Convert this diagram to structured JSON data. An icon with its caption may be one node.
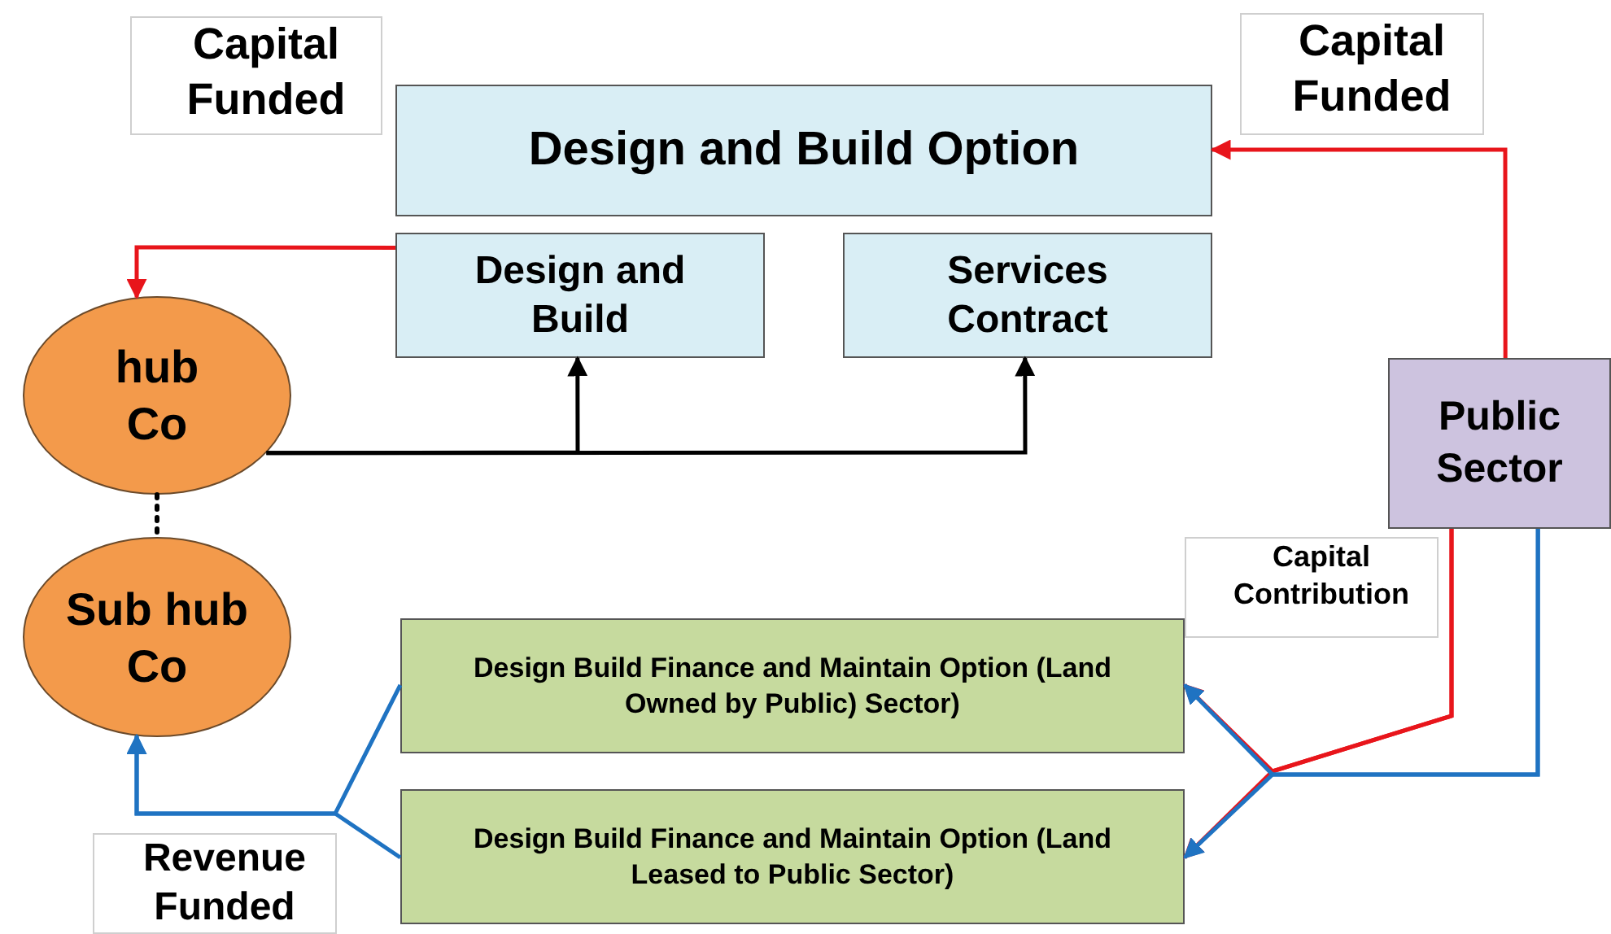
{
  "diagram": {
    "nodes": [
      {
        "text": [
          "Capital Funded"
        ]
      },
      {
        "text": [
          "Design and Build Option"
        ]
      },
      {
        "text": [
          "Capital Funded"
        ]
      },
      {
        "text": [
          "Design and Build"
        ]
      },
      {
        "text": [
          "Services Contract"
        ]
      },
      {
        "text": [
          "hub Co"
        ]
      },
      {
        "text": [
          "Public Sector"
        ]
      },
      {
        "text": [
          "Sub hub Co"
        ]
      },
      {
        "text": [
          "Capital Contribution"
        ]
      },
      {
        "text": [
          "Design Build Finance and Maintain Option (Land Owned by Public) Sector)"
        ]
      },
      {
        "text": [
          "Design Build Finance and Maintain Option (Land Leased to Public Sector)"
        ]
      },
      {
        "text": [
          "Revenue Funded"
        ]
      }
    ],
    "edges": [
      {
        "from": 6,
        "to": 1,
        "arrow": "to",
        "color": "#e8151b"
      },
      {
        "from": 3,
        "to": 5,
        "arrow": "to",
        "color": "#e8151b"
      },
      {
        "from": 5,
        "to": 3,
        "arrow": "to",
        "color": "#000000"
      },
      {
        "from": 5,
        "to": 4,
        "arrow": "to",
        "color": "#000000"
      },
      {
        "from": 5,
        "to": 7,
        "arrow": "none",
        "style": "dashed",
        "color": "#000000"
      },
      {
        "from": 6,
        "to": 9,
        "arrow": "to",
        "color": "#e8151b"
      },
      {
        "from": 6,
        "to": 10,
        "arrow": "to",
        "color": "#e8151b"
      },
      {
        "from": 6,
        "to": 9,
        "arrow": "to",
        "color": "#1f73c2"
      },
      {
        "from": 6,
        "to": 10,
        "arrow": "to",
        "color": "#1f73c2"
      },
      {
        "from": 9,
        "to": 7,
        "arrow": "to",
        "color": "#1f73c2"
      },
      {
        "from": 10,
        "to": 7,
        "arrow": "to",
        "color": "#1f73c2"
      }
    ]
  }
}
